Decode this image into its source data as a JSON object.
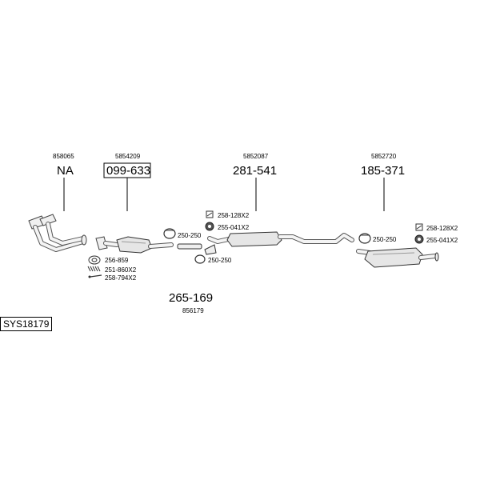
{
  "system_code": "SYS18179",
  "oem_numbers": [
    "858065",
    "5854209",
    "5852087",
    "5852720",
    "856179"
  ],
  "parts": {
    "front_pipe": "NA",
    "catalyst": "099-633",
    "middle_silencer": "281-541",
    "rear_silencer": "185-371",
    "connector_pipe": "265-169"
  },
  "small_parts": {
    "gasket": "256-859",
    "springs": "251-860X2",
    "bolts": "258-794X2",
    "clamp_left_1": "250-250",
    "clamp_left_2": "250-250",
    "hanger_mid_1": "258-128X2",
    "rubber_mid_1": "255-041X2",
    "clamp_right": "250-250",
    "hanger_right": "258-128X2",
    "rubber_right": "255-041X2"
  }
}
